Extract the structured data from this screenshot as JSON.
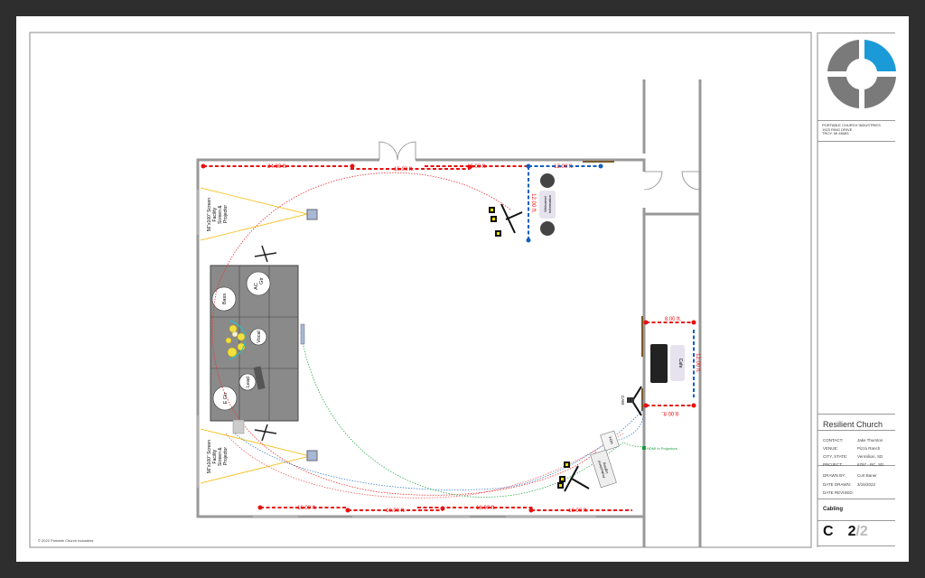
{
  "company": {
    "name": "PORTABLE CHURCH INDUSTRIES",
    "address1": "1923 RING DRIVE",
    "address2": "TROY, MI 48083",
    "copyright": "© 2022 Portable Church Industries",
    "logo_colors": {
      "gray": "#7a7a7a",
      "blue": "#1a9ad6"
    }
  },
  "title_block": {
    "client": "Resilient Church",
    "fields": [
      {
        "label": "CONTACT:",
        "value": "Jake Thurston"
      },
      {
        "label": "VENUE:",
        "value": "Pizza Ranch"
      },
      {
        "label": "CITY, STATE:",
        "value": "Vermillion, SD"
      },
      {
        "label": "PROJECT:",
        "value": "6797 - RC, SD"
      }
    ],
    "drawn": [
      {
        "label": "DRAWN BY:",
        "value": "Curt Baner"
      },
      {
        "label": "DATE DRAWN:",
        "value": "3/16/2022"
      },
      {
        "label": "DATE REVISED:",
        "value": ""
      }
    ],
    "sheet_name": "Cabling",
    "sheet_letter": "C",
    "sheet_number": "2",
    "sheet_total": "/2"
  },
  "plan": {
    "screen_label": [
      "56\"x100\" Screen",
      "Facility",
      "Screen &",
      "Projector"
    ],
    "stage": {
      "bass": "Bass",
      "ac_gtr": [
        "AC",
        "Gtr"
      ],
      "vocal": "Vocal",
      "lead": "Lead",
      "e_gtr": "E Gtr"
    },
    "welcome": [
      "Welcome/",
      "Information"
    ],
    "cafe": "Cafe",
    "cam": "CAM",
    "foh": "FOH",
    "lighting": [
      "Professional",
      "Lighting"
    ],
    "hdmi": "HDMI to Projectors",
    "dimensions": [
      {
        "text": "24.00 ft.",
        "color": "red"
      },
      {
        "text": "16.00 ft.",
        "color": "red"
      },
      {
        "text": "16.00 ft.",
        "color": "red"
      },
      {
        "text": "12.00 ft.",
        "color": "red"
      },
      {
        "text": "12.00 ft.",
        "color": "red"
      },
      {
        "text": "8.00 ft.",
        "color": "red"
      },
      {
        "text": "12.00 ft.",
        "color": "red"
      },
      {
        "text": "8.00 ft.",
        "color": "red"
      },
      {
        "text": "16.00 ft.",
        "color": "red"
      },
      {
        "text": "16.00 ft.",
        "color": "red"
      },
      {
        "text": "16.00 ft.",
        "color": "red"
      },
      {
        "text": "16.00 ft.",
        "color": "red"
      }
    ]
  }
}
